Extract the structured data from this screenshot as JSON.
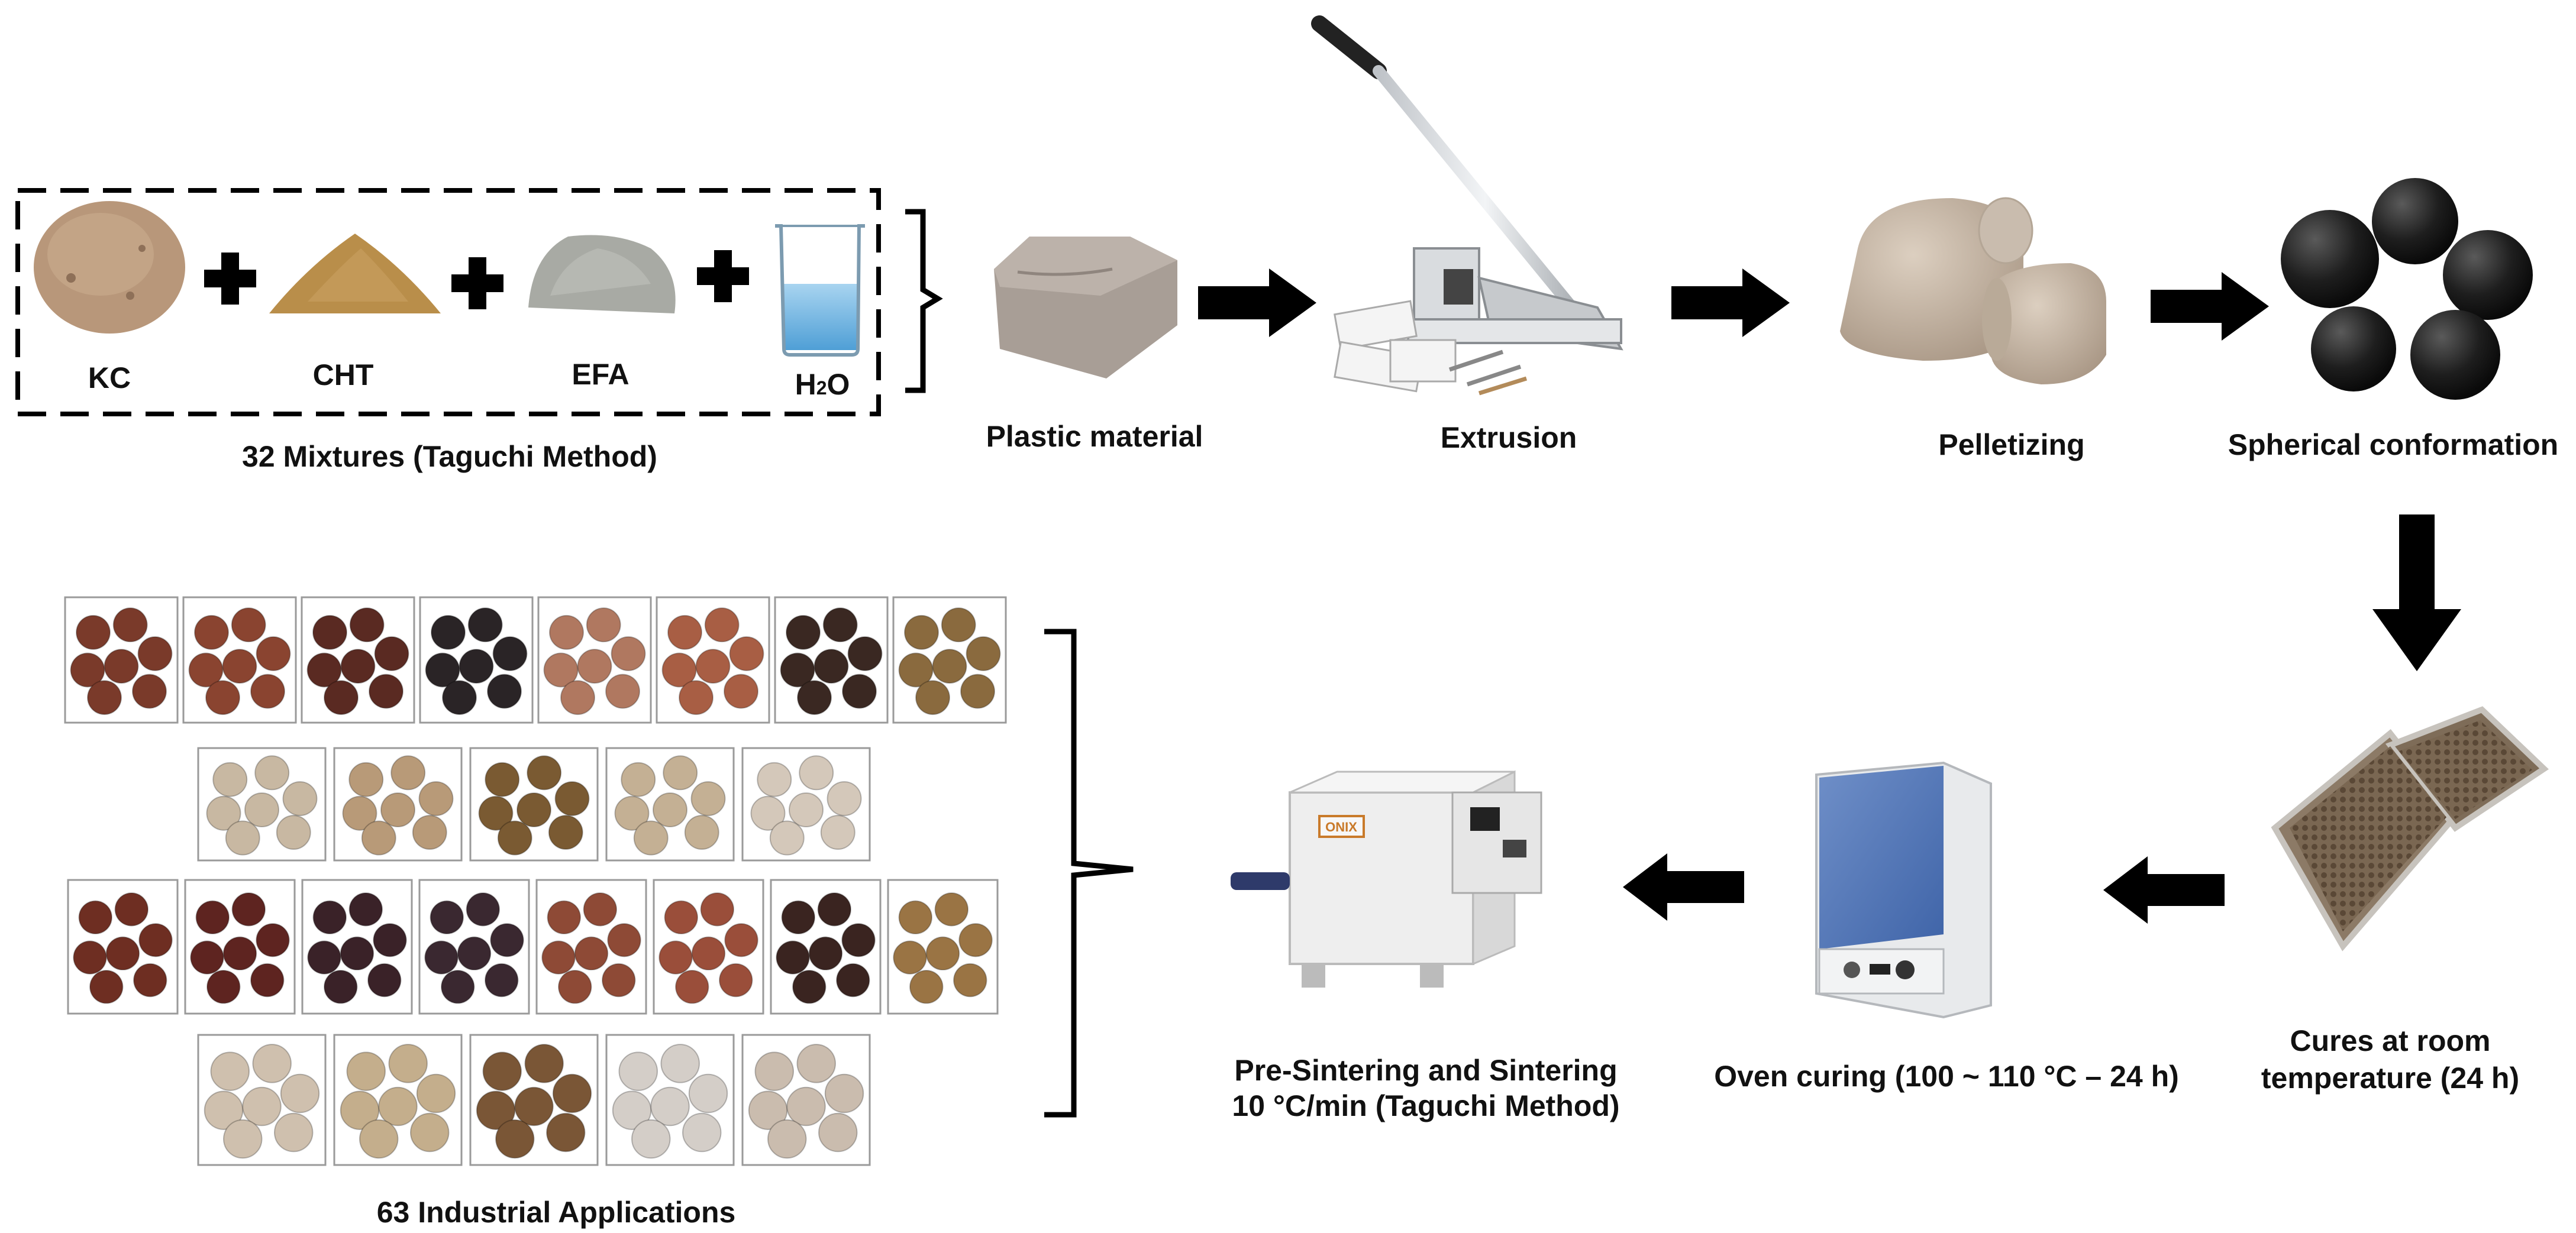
{
  "ingredients": [
    {
      "key": "kc",
      "label": "KC",
      "color": "#b8977a"
    },
    {
      "key": "cht",
      "label": "CHT",
      "color": "#b98e4a"
    },
    {
      "key": "efa",
      "label": "EFA",
      "color": "#a8aaa4"
    },
    {
      "key": "h2o",
      "label_main": "H",
      "label_sub": "2",
      "label_tail": "O",
      "color": "#7ab8e0"
    }
  ],
  "mixtures_label": "32 Mixtures (Taguchi Method)",
  "steps": {
    "plastic": "Plastic material",
    "extrusion": "Extrusion",
    "pelletizing": "Pelletizing",
    "spherical": "Spherical conformation",
    "cures_line1": "Cures at room",
    "cures_line2": "temperature (24 h)",
    "oven": "Oven curing (100 ~ 110 °C – 24 h)",
    "sinter_line1": "Pre-Sintering and Sintering",
    "sinter_line2": "10 °C/min (Taguchi Method)"
  },
  "applications_label": "63 Industrial Applications",
  "sample_colors": {
    "row1": [
      "#7a3a2a",
      "#8a4430",
      "#5a2a22",
      "#2a2426",
      "#b07860",
      "#a85e44",
      "#3a2822",
      "#8a6a3e"
    ],
    "row2": [
      "#c8b8a2",
      "#b89a78",
      "#7a5a32",
      "#c4b094",
      "#d4c8ba"
    ],
    "row3": [
      "#6e2e22",
      "#5e2420",
      "#3a2228",
      "#3a2830",
      "#8e4a36",
      "#9a4e3a",
      "#3a2420",
      "#9a7444"
    ],
    "row4": [
      "#cfc0ae",
      "#c4ae8c",
      "#7a5636",
      "#d4cec8",
      "#cabcae"
    ]
  },
  "oven_brand": "ONIX"
}
